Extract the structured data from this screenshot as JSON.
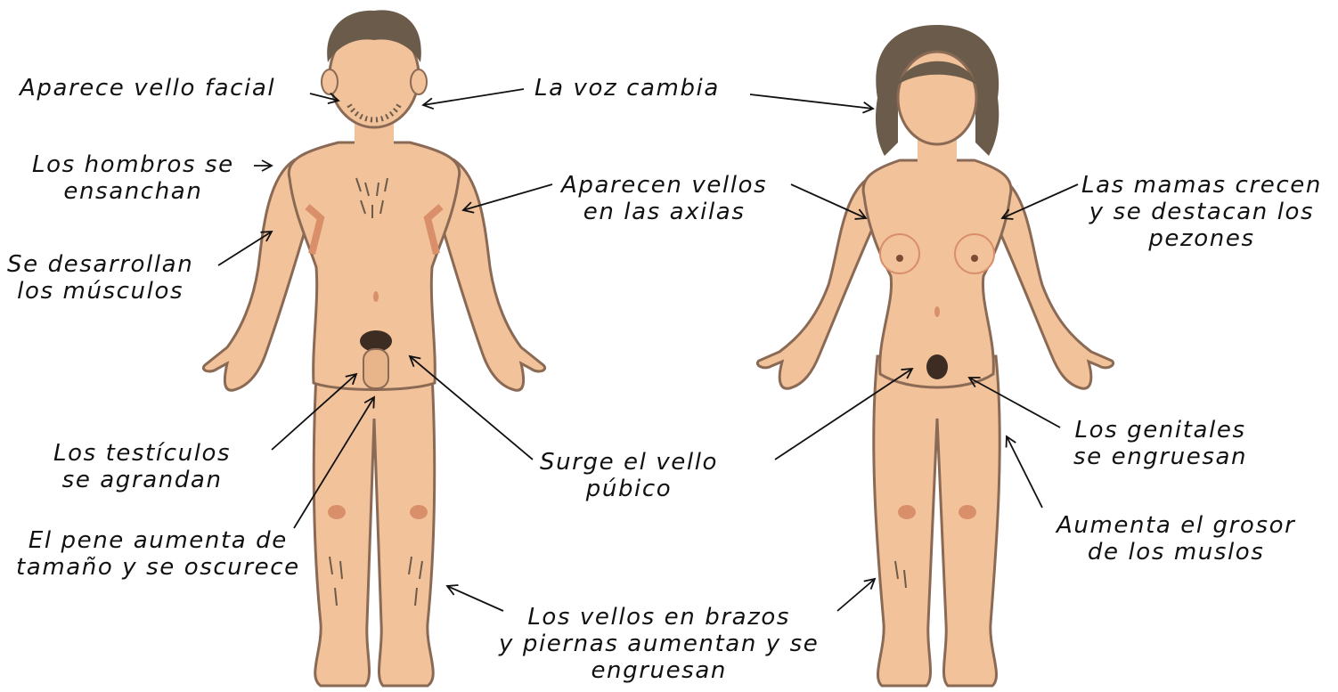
{
  "labels": {
    "facial_hair": "Aparece vello facial",
    "voice": "La voz cambia",
    "shoulders": "Los hombros se\nensanchan",
    "armpit_hair": "Aparecen vellos\nen las axilas",
    "breasts": "Las mamas crecen\ny se destacan los\npezones",
    "muscles": "Se desarrollan\nlos músculos",
    "testicles": "Los testículos\nse agrandan",
    "pubic_hair": "Surge el vello\npúbico",
    "genitals": "Los genitales\nse engruesan",
    "penis": "El pene aumenta de\ntamaño y se oscurece",
    "thighs": "Aumenta el grosor\nde los muslos",
    "limb_hair": "Los vellos en brazos\ny piernas aumentan y se\nengruesan"
  },
  "colors": {
    "skin": "#f2c29b",
    "skin_outline": "#8a6a55",
    "shade": "#d98f6a",
    "hair": "#6b5b4a",
    "arrow": "#111111"
  }
}
